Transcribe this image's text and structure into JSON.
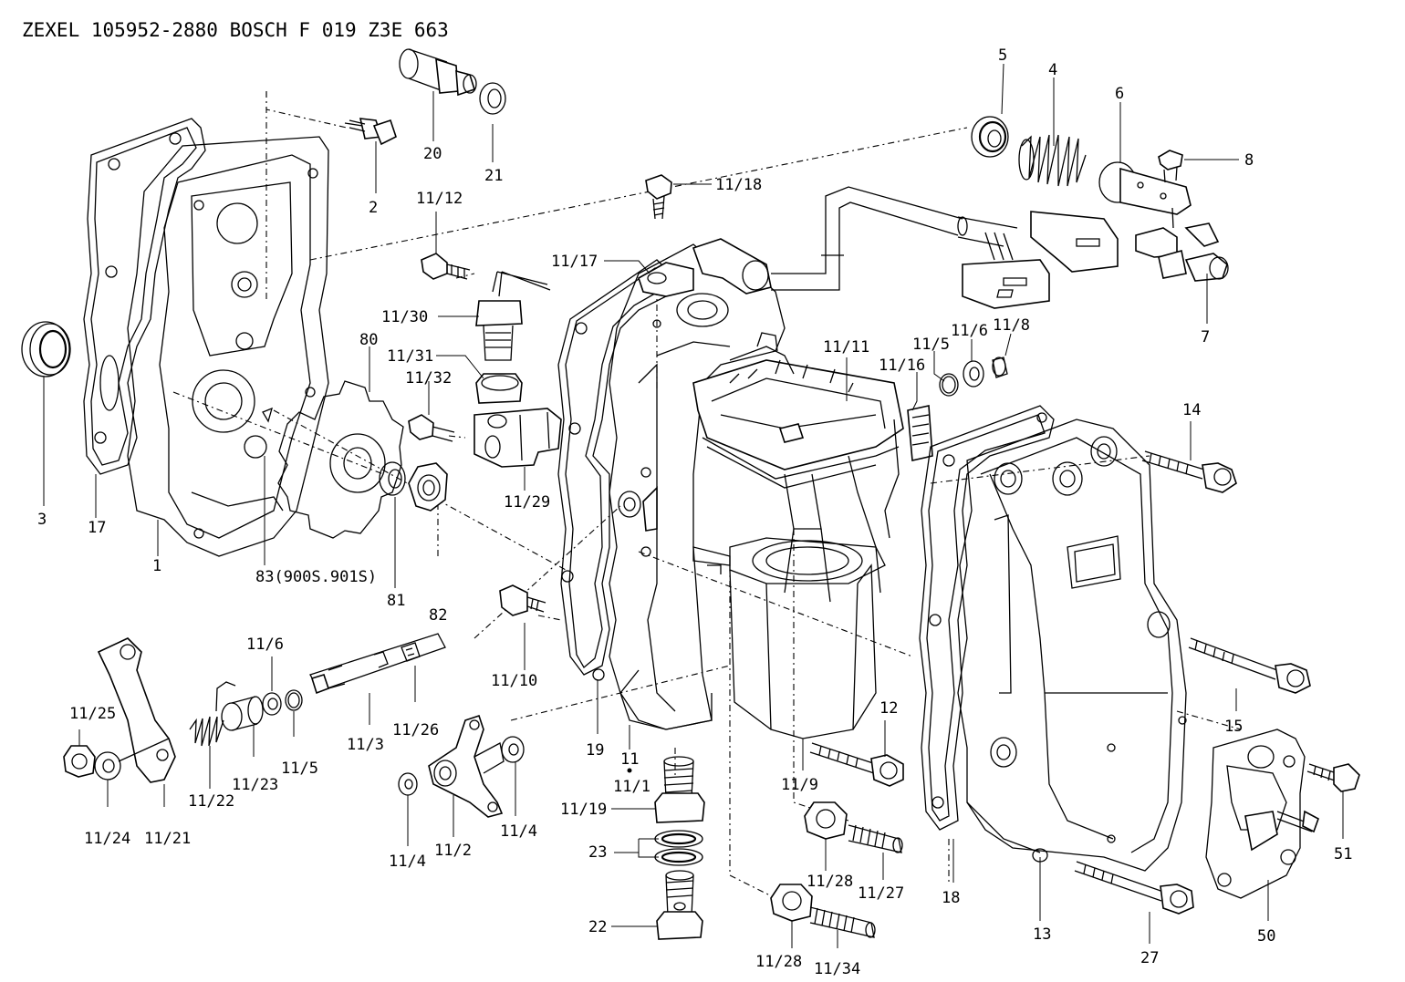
{
  "title": "ZEXEL  105952-2880  BOSCH  F 019 Z3E 663",
  "labels": {
    "l1": "1",
    "l2": "2",
    "l3": "3",
    "l4": "4",
    "l5": "5",
    "l6": "6",
    "l7": "7",
    "l8": "8",
    "l11": "11",
    "l12": "12",
    "l13": "13",
    "l14": "14",
    "l15": "15",
    "l17": "17",
    "l18": "18",
    "l19": "19",
    "l20": "20",
    "l21": "21",
    "l22": "22",
    "l23": "23",
    "l27": "27",
    "l50": "50",
    "l51": "51",
    "l80": "80",
    "l81": "81",
    "l82": "82",
    "l83": "83(900S.901S)",
    "l11_1": "11/1",
    "l11_2": "11/2",
    "l11_3": "11/3",
    "l11_4a": "11/4",
    "l11_4b": "11/4",
    "l11_5a": "11/5",
    "l11_5b": "11/5",
    "l11_6a": "11/6",
    "l11_6b": "11/6",
    "l11_8": "11/8",
    "l11_9": "11/9",
    "l11_10": "11/10",
    "l11_11": "11/11",
    "l11_12": "11/12",
    "l11_16": "11/16",
    "l11_17": "11/17",
    "l11_18": "11/18",
    "l11_19": "11/19",
    "l11_21": "11/21",
    "l11_22": "11/22",
    "l11_23": "11/23",
    "l11_24": "11/24",
    "l11_25": "11/25",
    "l11_26": "11/26",
    "l11_27": "11/27",
    "l11_28a": "11/28",
    "l11_28b": "11/28",
    "l11_29": "11/29",
    "l11_30": "11/30",
    "l11_31": "11/31",
    "l11_32": "11/32",
    "l11_34": "11/34"
  }
}
